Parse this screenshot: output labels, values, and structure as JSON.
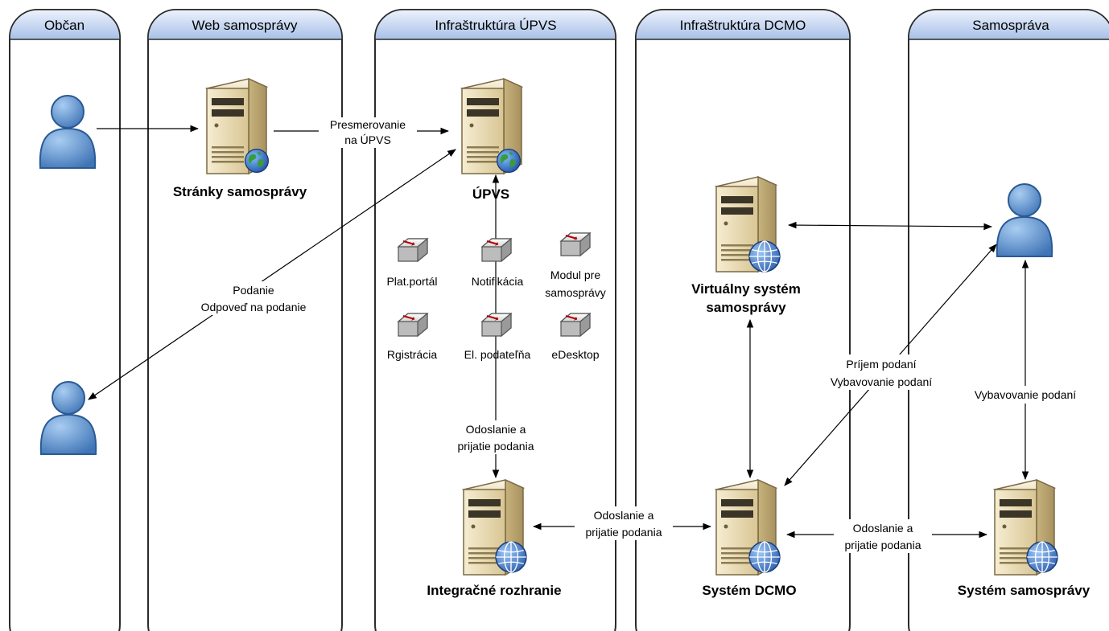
{
  "lanes": [
    {
      "id": "obcan",
      "title": "Občan"
    },
    {
      "id": "web",
      "title": "Web samosprávy"
    },
    {
      "id": "upvs",
      "title": "Infraštruktúra ÚPVS"
    },
    {
      "id": "dcmo",
      "title": "Infraštruktúra DCMO"
    },
    {
      "id": "samosprava",
      "title": "Samospráva"
    }
  ],
  "nodes": {
    "stranky": "Stránky samosprávy",
    "upvs": "ÚPVS",
    "integracne": "Integračné rozhranie",
    "virtualny_line1": "Virtuálny systém",
    "virtualny_line2": "samosprávy",
    "dcmo": "Systém DCMO",
    "system_samospravy": "Systém samosprávy"
  },
  "modules": {
    "plat_portal": "Plat.portál",
    "notifikacia": "Notifikácia",
    "modul_line1": "Modul pre",
    "modul_line2": "samosprávy",
    "rgistracia": "Rgistrácia",
    "el_podatelna": "El. podateľňa",
    "edesktop": "eDesktop"
  },
  "labels": {
    "presmerovanie_1": "Presmerovanie",
    "presmerovanie_2": "na ÚPVS",
    "podanie_1": "Podanie",
    "podanie_2": "Odpoveď na podanie",
    "odoslanie_upvs_1": "Odoslanie a",
    "odoslanie_upvs_2": "prijatie podania",
    "odoslanie_int_1": "Odoslanie a",
    "odoslanie_int_2": "prijatie podania",
    "odoslanie_sys_1": "Odoslanie a",
    "odoslanie_sys_2": "prijatie podania",
    "prijem_1": "Príjem podaní",
    "prijem_2": "Vybavovanie podaní",
    "vybavovanie": "Vybavovanie podaní"
  },
  "colors": {
    "lane_header_top": "#e6eefa",
    "lane_header_bottom": "#a9c2ea",
    "person_fill": "#4f86c6",
    "server_fill": "#e4d6b0",
    "globe_fill": "#3d78c9"
  }
}
